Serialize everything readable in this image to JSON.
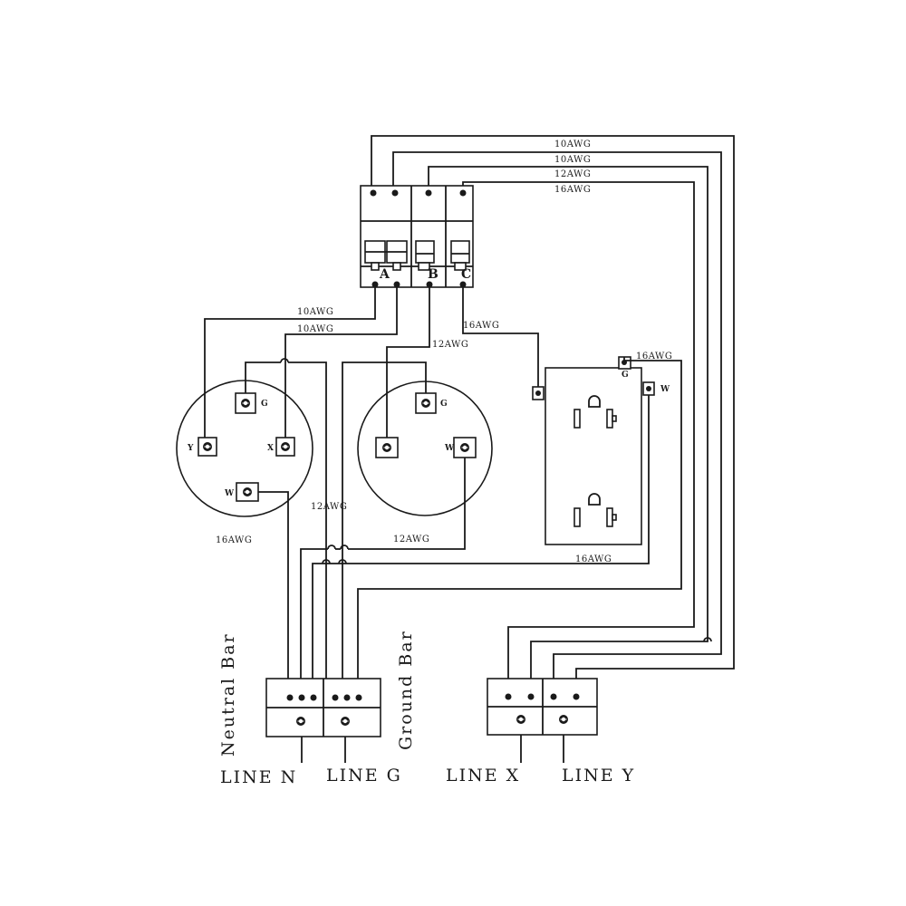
{
  "breakers": {
    "a": "A",
    "b": "B",
    "c": "C"
  },
  "wires": {
    "top1": "10AWG",
    "top2": "10AWG",
    "top3": "12AWG",
    "top4": "16AWG",
    "a_left": "10AWG",
    "a_right": "10AWG",
    "b_out": "12AWG",
    "c_out": "16AWG",
    "duplex_g": "16AWG",
    "left_w": "16AWG",
    "mid_rise": "12AWG",
    "mid_w": "12AWG",
    "duplex_w": "16AWG"
  },
  "terminals": {
    "left_g": "G",
    "left_y": "Y",
    "left_x": "X",
    "left_w": "W",
    "mid_g": "G",
    "mid_w": "W",
    "duplex_g": "G",
    "duplex_w": "W"
  },
  "bars": {
    "neutral": "Neutral Bar",
    "ground": "Ground Bar"
  },
  "lines": {
    "n": "LINE N",
    "g": "LINE G",
    "x": "LINE X",
    "y": "LINE Y"
  }
}
